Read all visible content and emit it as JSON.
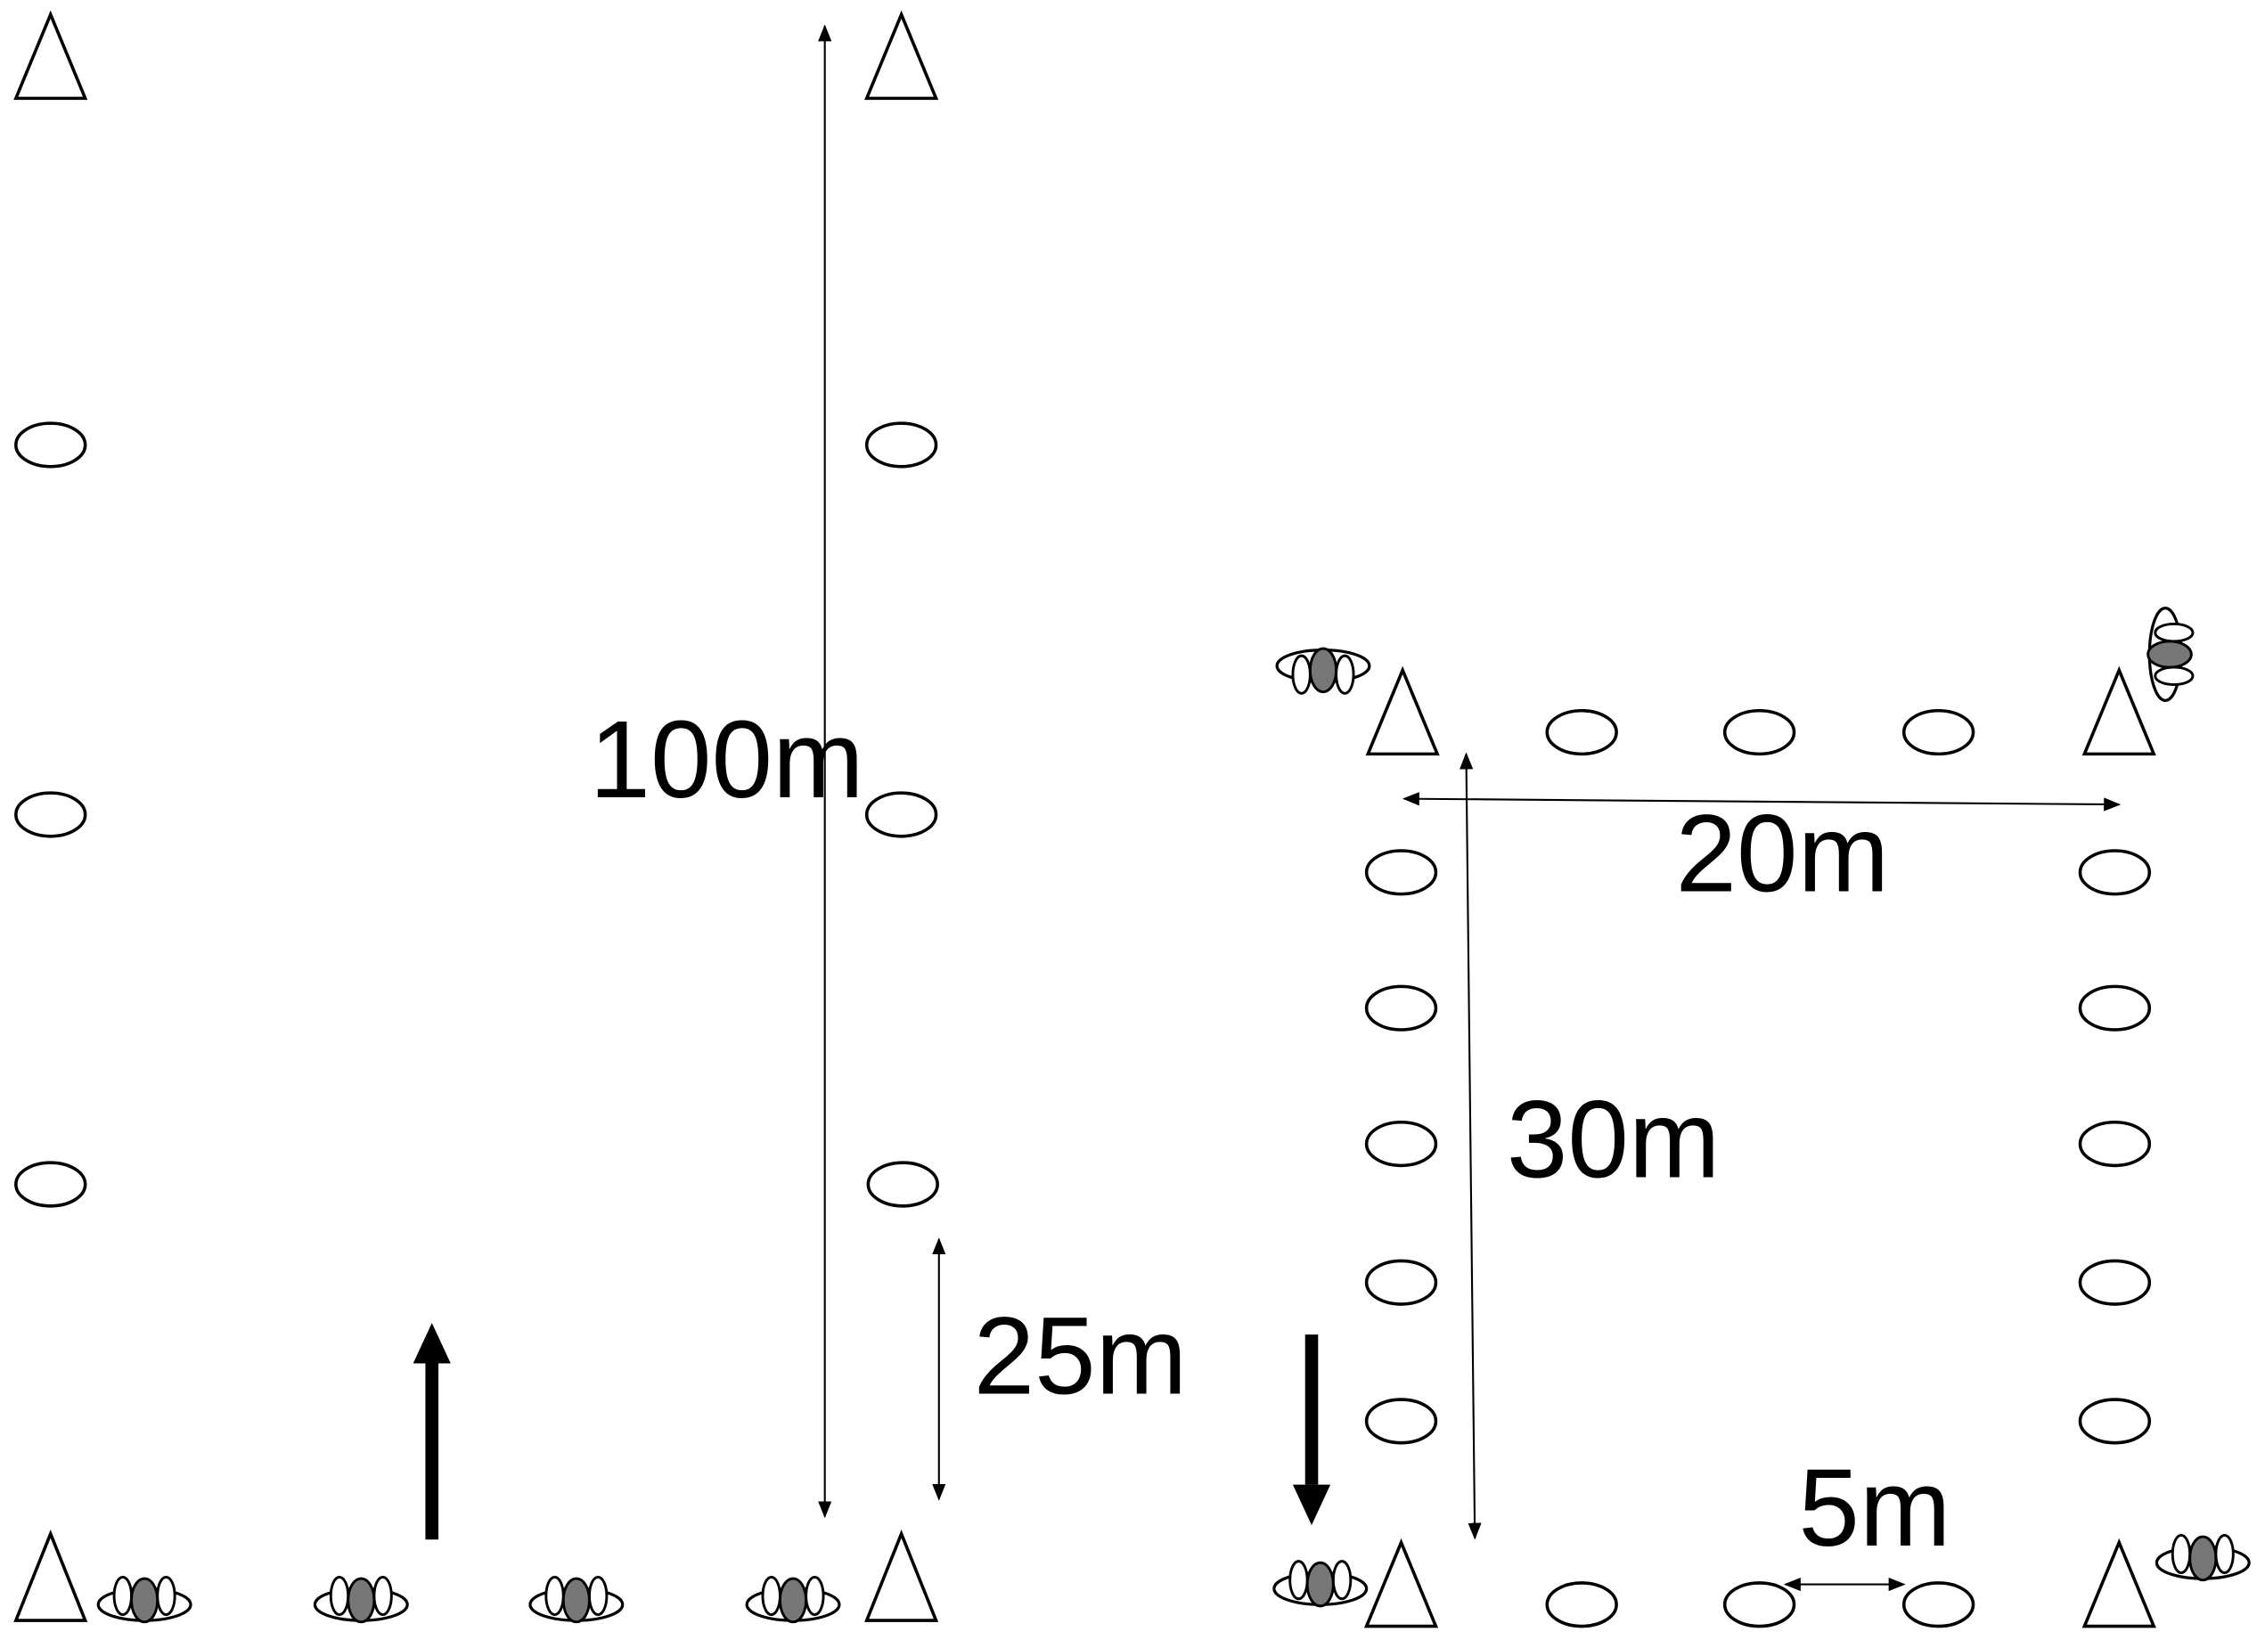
{
  "diagram": {
    "left_field": {
      "length_label": "100m",
      "spacing_label": "25m",
      "direction": "up"
    },
    "right_field": {
      "width_label": "20m",
      "length_label": "30m",
      "spacing_label": "5m",
      "direction": "down"
    },
    "colors": {
      "stroke": "#000000",
      "player_fill": "#777777",
      "dimension_line": "#444444",
      "background": "#ffffff"
    },
    "icons": [
      "cone-icon",
      "marker-disc-icon",
      "player-icon",
      "direction-arrow-icon",
      "dimension-arrow-icon"
    ]
  }
}
